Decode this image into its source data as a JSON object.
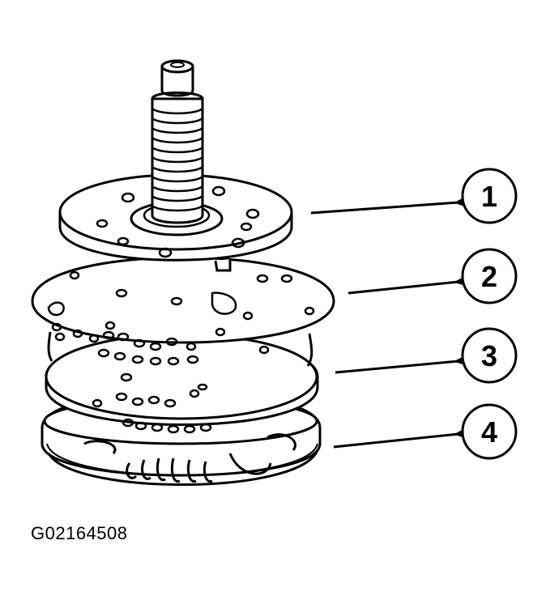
{
  "figure": {
    "code": "G02164508",
    "callouts": [
      {
        "number": "1"
      },
      {
        "number": "2"
      },
      {
        "number": "3"
      },
      {
        "number": "4"
      }
    ]
  },
  "colors": {
    "ink": "#000000",
    "paper": "#ffffff"
  }
}
